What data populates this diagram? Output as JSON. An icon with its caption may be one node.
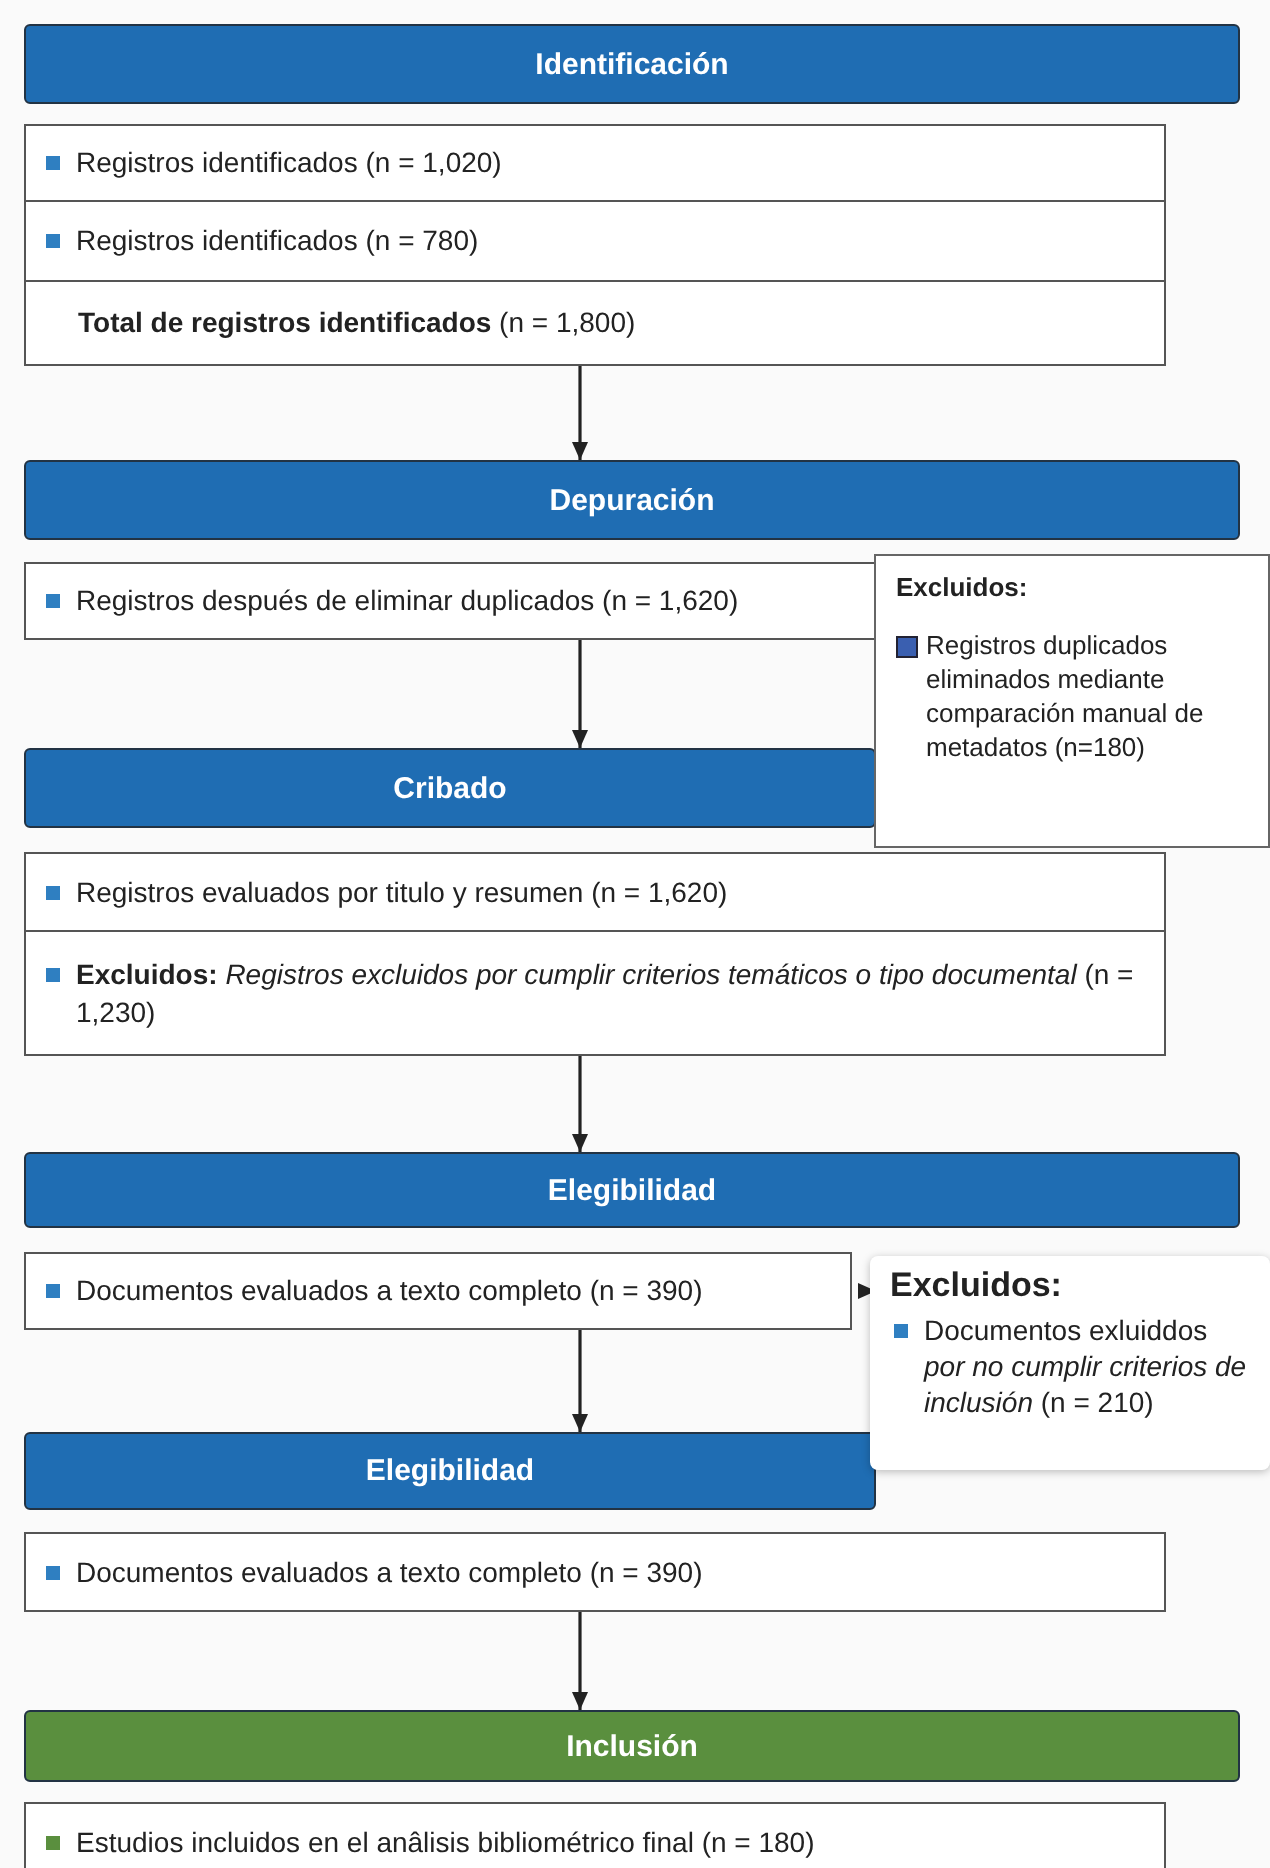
{
  "diagram": {
    "nodes": [
      {
        "text": [
          "Identificación"
        ]
      },
      {
        "text": [
          "Registros identificados (n = 1,020)"
        ]
      },
      {
        "text": [
          "Registros identificados (n = 780)"
        ]
      },
      {
        "text": [
          "**Total de registros identificados** (n = 1,800)"
        ]
      },
      {
        "text": [
          "Depuración"
        ]
      },
      {
        "text": [
          "Registros después de eliminar duplicados (n = 1,620)"
        ]
      },
      {
        "text": [
          "Excluidos:",
          "Registros duplicados eliminados mediante comparación manual de metadatos (n=180)"
        ]
      },
      {
        "text": [
          "Cribado"
        ]
      },
      {
        "text": [
          "Registros evaluados por titulo y resumen (n = 1,620)"
        ]
      },
      {
        "text": [
          "**Excluidos:** *Registros excluidos por cumplir criterios temáticos o tipo documental* (n = 1,230)"
        ]
      },
      {
        "text": [
          "Elegibilidad"
        ]
      },
      {
        "text": [
          "Documentos evaluados a texto completo (n = 390)"
        ]
      },
      {
        "text": [
          "Excluidos:",
          "Documentos exluiddos *por no cumplir criterios de inclusión* (n = 210)"
        ]
      },
      {
        "text": [
          "Elegibilidad"
        ]
      },
      {
        "text": [
          "Documentos evaluados a texto completo (n = 390)"
        ]
      },
      {
        "text": [
          "Inclusión"
        ]
      },
      {
        "text": [
          "Estudios incluidos en el anâlisis bibliométrico final (n = 180)"
        ]
      }
    ],
    "edges": [
      {
        "from": 3,
        "to": 4,
        "arrow": "to"
      },
      {
        "from": 5,
        "to": 7,
        "arrow": "to"
      },
      {
        "from": 9,
        "to": 10,
        "arrow": "to"
      },
      {
        "from": 11,
        "to": 12,
        "arrow": "to"
      },
      {
        "from": 11,
        "to": 13,
        "arrow": "to"
      },
      {
        "from": 14,
        "to": 15,
        "arrow": "to"
      }
    ]
  }
}
